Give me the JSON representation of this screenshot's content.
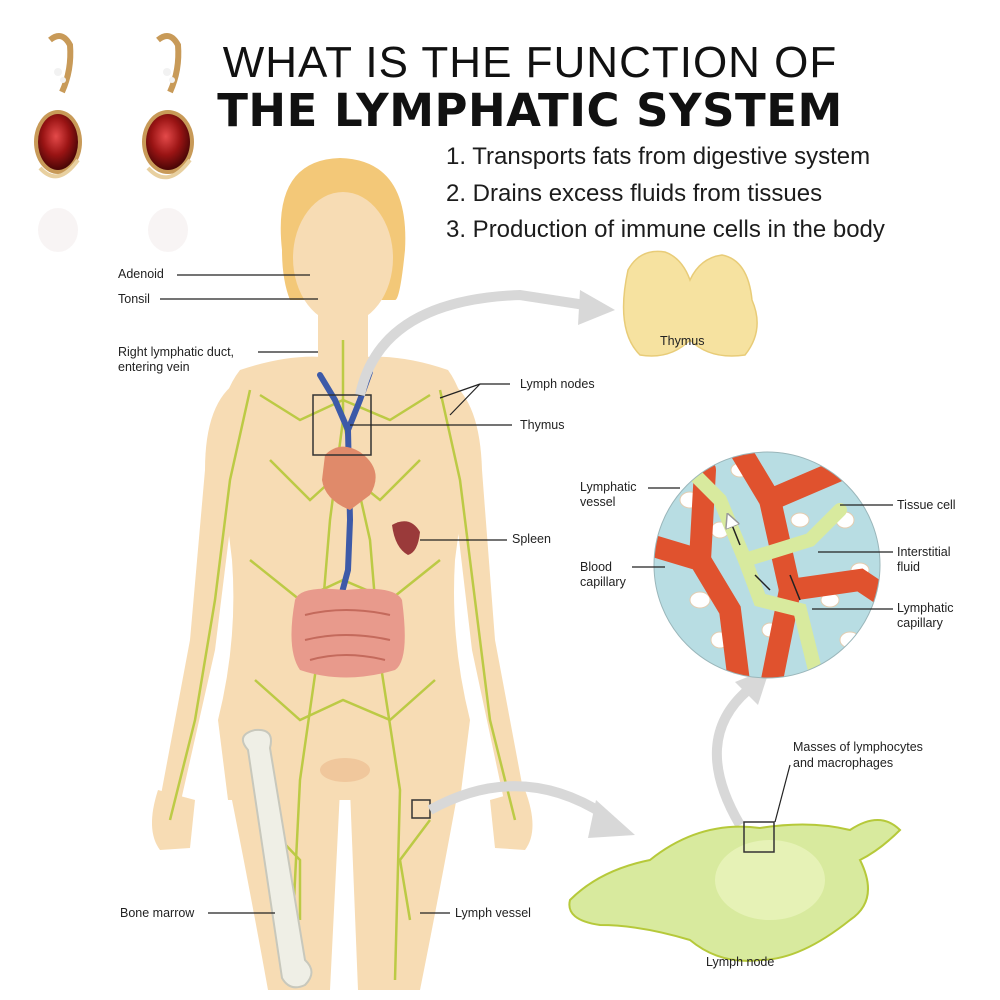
{
  "title": {
    "line1": "WHAT IS THE FUNCTION OF",
    "line2": "THE LYMPHATIC SYSTEM"
  },
  "functions": [
    "1. Transports fats from digestive system",
    "2. Drains excess fluids from tissues",
    "3. Production of immune cells in the body"
  ],
  "labels": {
    "adenoid": "Adenoid",
    "tonsil": "Tonsil",
    "right_duct_1": "Right lymphatic duct,",
    "right_duct_2": "entering vein",
    "lymph_nodes": "Lymph nodes",
    "thymus": "Thymus",
    "thymus_inset": "Thymus",
    "spleen": "Spleen",
    "lymphatic_vessel_1": "Lymphatic",
    "lymphatic_vessel_2": "vessel",
    "blood_capillary_1": "Blood",
    "blood_capillary_2": "capillary",
    "tissue_cell": "Tissue cell",
    "interstitial_fluid_1": "Interstitial",
    "interstitial_fluid_2": "fluid",
    "lymphatic_capillary_1": "Lymphatic",
    "lymphatic_capillary_2": "capillary",
    "masses_1": "Masses of lymphocytes",
    "masses_2": "and macrophages",
    "bone_marrow": "Bone marrow",
    "lymph_vessel": "Lymph vessel",
    "lymph_node": "Lymph node"
  },
  "colors": {
    "skin": "#f7dcb4",
    "hair": "#f3c878",
    "lymph": "#b6c93a",
    "vein": "#3d5aa8",
    "intestine": "#e89a8c",
    "vessel_red": "#e0522e",
    "fluid": "#b8dde3",
    "node_green": "#d8ea9e",
    "thymus": "#f6e2a0",
    "gem": "#9a1414",
    "gold": "#c89a58"
  }
}
